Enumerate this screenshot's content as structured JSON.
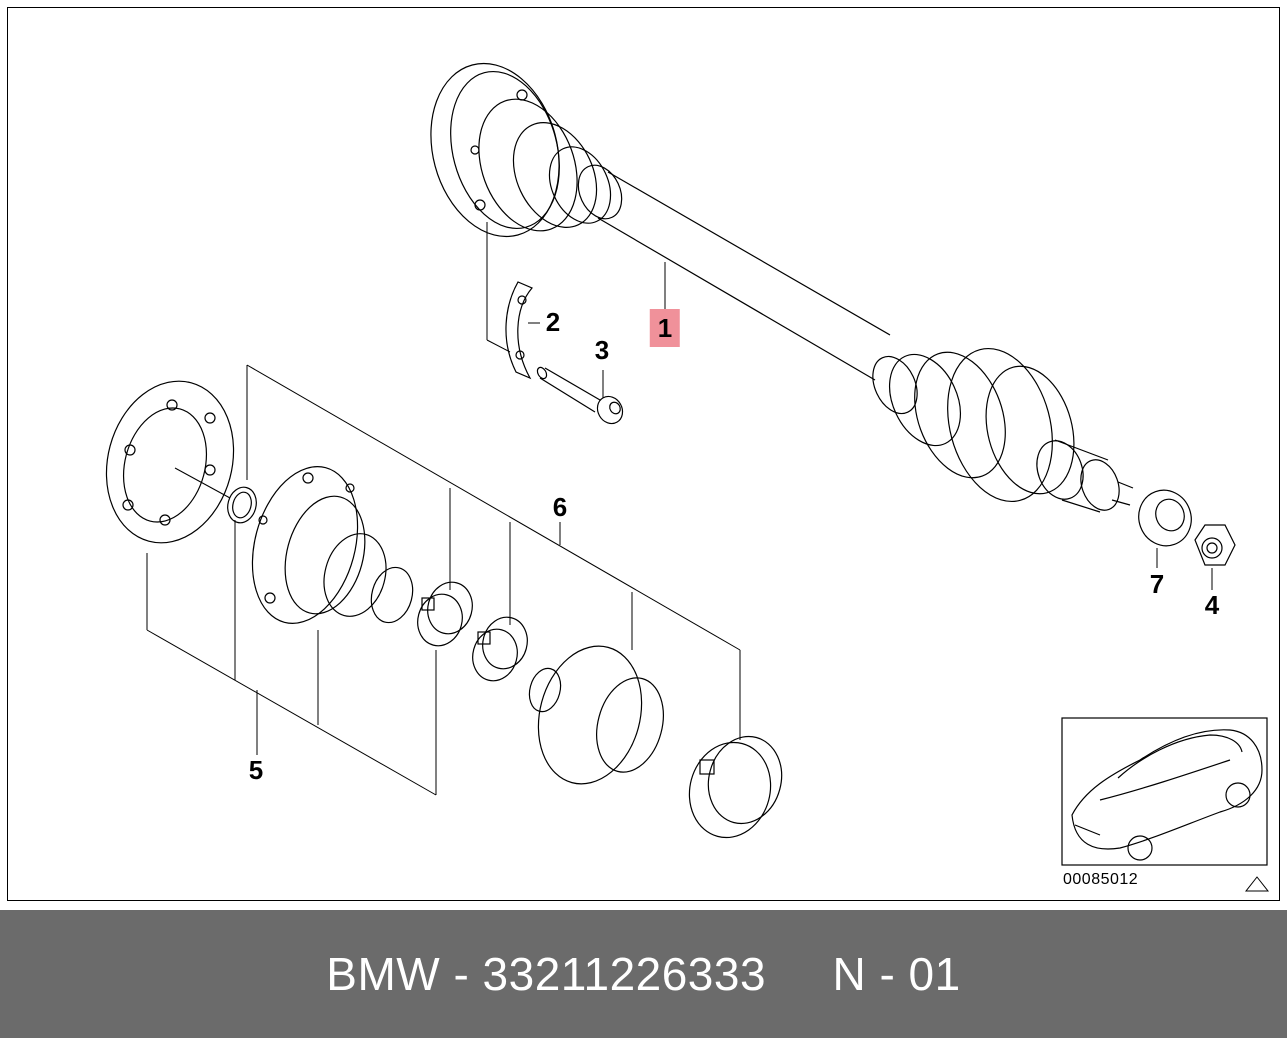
{
  "callouts": {
    "c1": "1",
    "c2": "2",
    "c3": "3",
    "c4": "4",
    "c5": "5",
    "c6": "6",
    "c7": "7"
  },
  "reference_code": "00085012",
  "footer": {
    "text": "BMW - 33211226333     N - 01"
  },
  "colors": {
    "highlight": "#f0919a",
    "footer_bg": "#6b6b6b",
    "footer_text": "#ffffff"
  }
}
